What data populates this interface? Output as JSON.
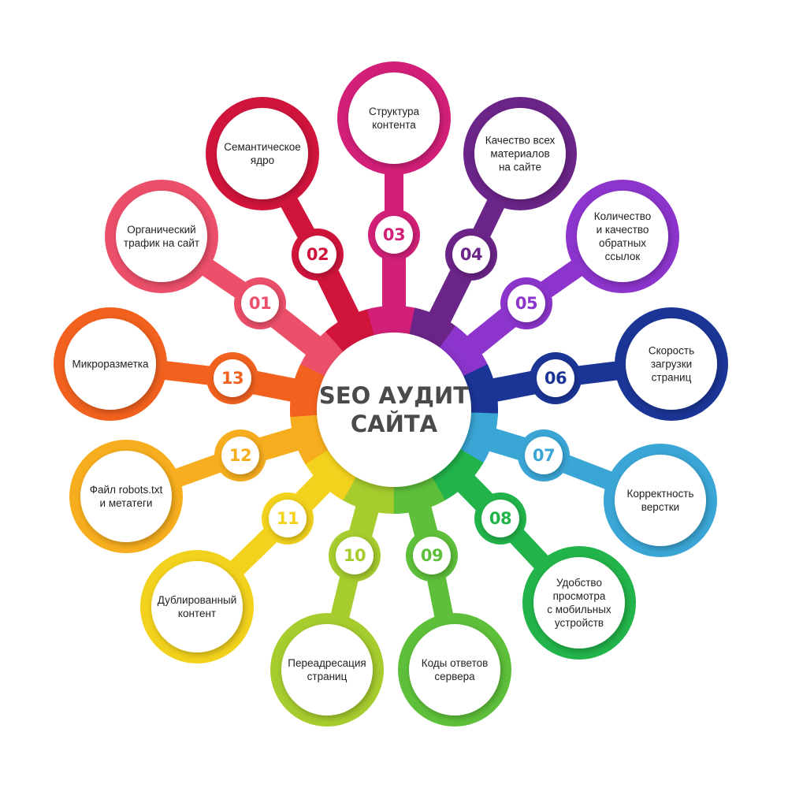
{
  "title_line1": "SEO АУДИТ",
  "title_line2": "САЙТА",
  "items": [
    {
      "number": "01",
      "label": "Органический\nтрафик на сайт",
      "color": "#ec4f6a"
    },
    {
      "number": "02",
      "label": "Семантическое\nядро",
      "color": "#d0143c"
    },
    {
      "number": "03",
      "label": "Структура\nконтента",
      "color": "#d21f78"
    },
    {
      "number": "04",
      "label": "Качество всех\nматериалов\nна сайте",
      "color": "#6b2488"
    },
    {
      "number": "05",
      "label": "Количество\nи качество\nобратных\nссылок",
      "color": "#8c34cc"
    },
    {
      "number": "06",
      "label": "Скорость\nзагрузки\nстраниц",
      "color": "#1b3597"
    },
    {
      "number": "07",
      "label": "Корректность\nверстки",
      "color": "#3aa6d6"
    },
    {
      "number": "08",
      "label": "Удобство\nпросмотра\nс мобильных\nустройств",
      "color": "#22b44a"
    },
    {
      "number": "09",
      "label": "Коды ответов\nсервера",
      "color": "#5ec03a"
    },
    {
      "number": "10",
      "label": "Переадресация\nстраниц",
      "color": "#a6cc2e"
    },
    {
      "number": "11",
      "label": "Дублированный\nконтент",
      "color": "#f2d21c"
    },
    {
      "number": "12",
      "label": "Файл robots.txt\nи метатеги",
      "color": "#f7ae1e"
    },
    {
      "number": "13",
      "label": "Микроразметка",
      "color": "#f2611e"
    }
  ]
}
